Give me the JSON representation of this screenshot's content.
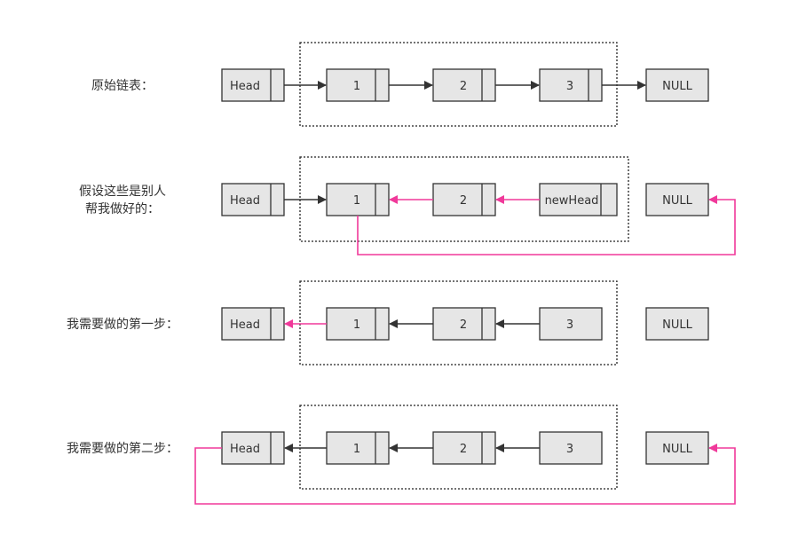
{
  "colors": {
    "node_fill": "#e6e6e6",
    "node_stroke": "#333333",
    "arrow_dark": "#333333",
    "arrow_pink": "#f0399a",
    "dotted_box": "#222222",
    "label_text": "#333333"
  },
  "rows": [
    {
      "label_lines": [
        "原始链表："
      ],
      "nodes": [
        "Head",
        "1",
        "2",
        "3",
        "NULL"
      ]
    },
    {
      "label_lines": [
        "假设这些是别人",
        "帮我做好的："
      ],
      "nodes": [
        "Head",
        "1",
        "2",
        "newHead",
        "NULL"
      ]
    },
    {
      "label_lines": [
        "我需要做的第一步："
      ],
      "nodes": [
        "Head",
        "1",
        "2",
        "3",
        "NULL"
      ]
    },
    {
      "label_lines": [
        "我需要做的第二步："
      ],
      "nodes": [
        "Head",
        "1",
        "2",
        "3",
        "NULL"
      ]
    }
  ]
}
